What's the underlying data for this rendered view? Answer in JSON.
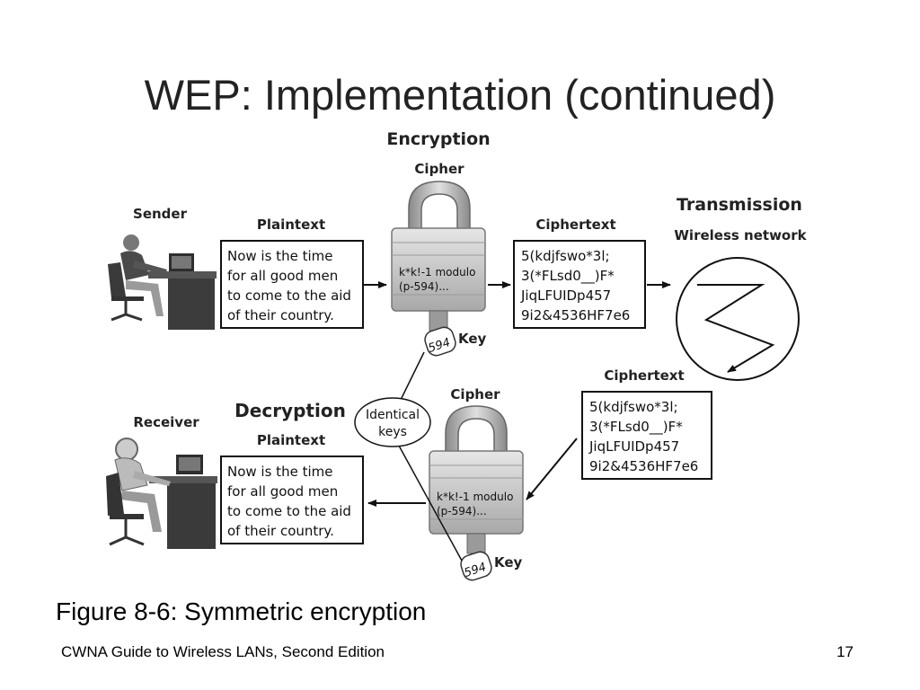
{
  "slide": {
    "title": "WEP: Implementation (continued)",
    "caption": "Figure 8-6: Symmetric encryption",
    "footer": "CWNA Guide to Wireless LANs, Second Edition",
    "page_number": "17"
  },
  "diagram": {
    "encryption_heading": "Encryption",
    "decryption_heading": "Decryption",
    "sender_label": "Sender",
    "receiver_label": "Receiver",
    "transmission_heading": "Transmission",
    "wireless_network_label": "Wireless network",
    "plaintext_label": "Plaintext",
    "ciphertext_label": "Ciphertext",
    "cipher_label": "Cipher",
    "key_label": "Key",
    "key_tag": "594",
    "identical_keys": [
      "Identical",
      "keys"
    ],
    "plaintext_lines": [
      "Now is the time",
      "for all good men",
      "to come to the aid",
      "of their country."
    ],
    "ciphertext_lines": [
      "5(kdjfswo*3l;",
      "3(*FLsd0__)F*",
      "JiqLFUIDp457",
      "9i2&4536HF7e6"
    ],
    "cipher_formula": [
      "k*k!-1 modulo",
      "(p-594)..."
    ]
  }
}
